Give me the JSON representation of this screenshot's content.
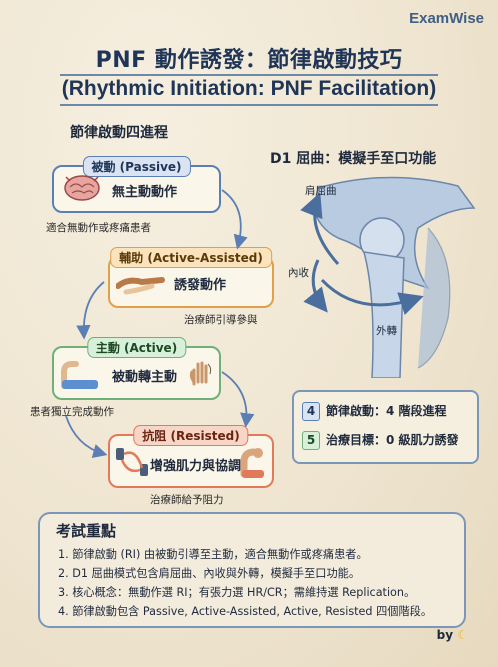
{
  "brand": "ExamWise",
  "title_zh": "PNF 動作誘發：節律啟動技巧",
  "title_en": "(Rhythmic Initiation: PNF Facilitation)",
  "stages_title": "節律啟動四進程",
  "stages": [
    {
      "label": "被動 (Passive)",
      "body": "無主動動作",
      "note": "適合無動作或疼痛患者"
    },
    {
      "label": "輔助 (Active-Assisted)",
      "body": "誘發動作",
      "note": "治療師引導參與"
    },
    {
      "label": "主動 (Active)",
      "body": "被動轉主動",
      "note": "患者獨立完成動作"
    },
    {
      "label": "抗阻 (Resisted)",
      "body": "增強肌力與協調",
      "note": "治療師給予阻力"
    }
  ],
  "d1": {
    "title": "D1 屈曲：模擬手至口功能",
    "labels": {
      "flexion": "肩屈曲",
      "adduction": "內收",
      "external_rotation": "外轉"
    }
  },
  "facts": [
    {
      "num": "4",
      "text": "節律啟動：4 階段進程",
      "color": "#5b7fb5"
    },
    {
      "num": "5",
      "text": "治療目標：0 級肌力誘發",
      "color": "#6fb07a"
    }
  ],
  "exam": {
    "heading": "考試重點",
    "items": [
      "1. 節律啟動 (RI) 由被動引導至主動，適合無動作或疼痛患者。",
      "2. D1 屈曲模式包含肩屈曲、內收與外轉，模擬手至口功能。",
      "3. 核心概念：無動作選 RI；有張力選 HR/CR；需維持選 Replication。",
      "4. 節律啟動包含 Passive, Active-Assisted, Active, Resisted 四個階段。"
    ]
  },
  "byline": "by"
}
